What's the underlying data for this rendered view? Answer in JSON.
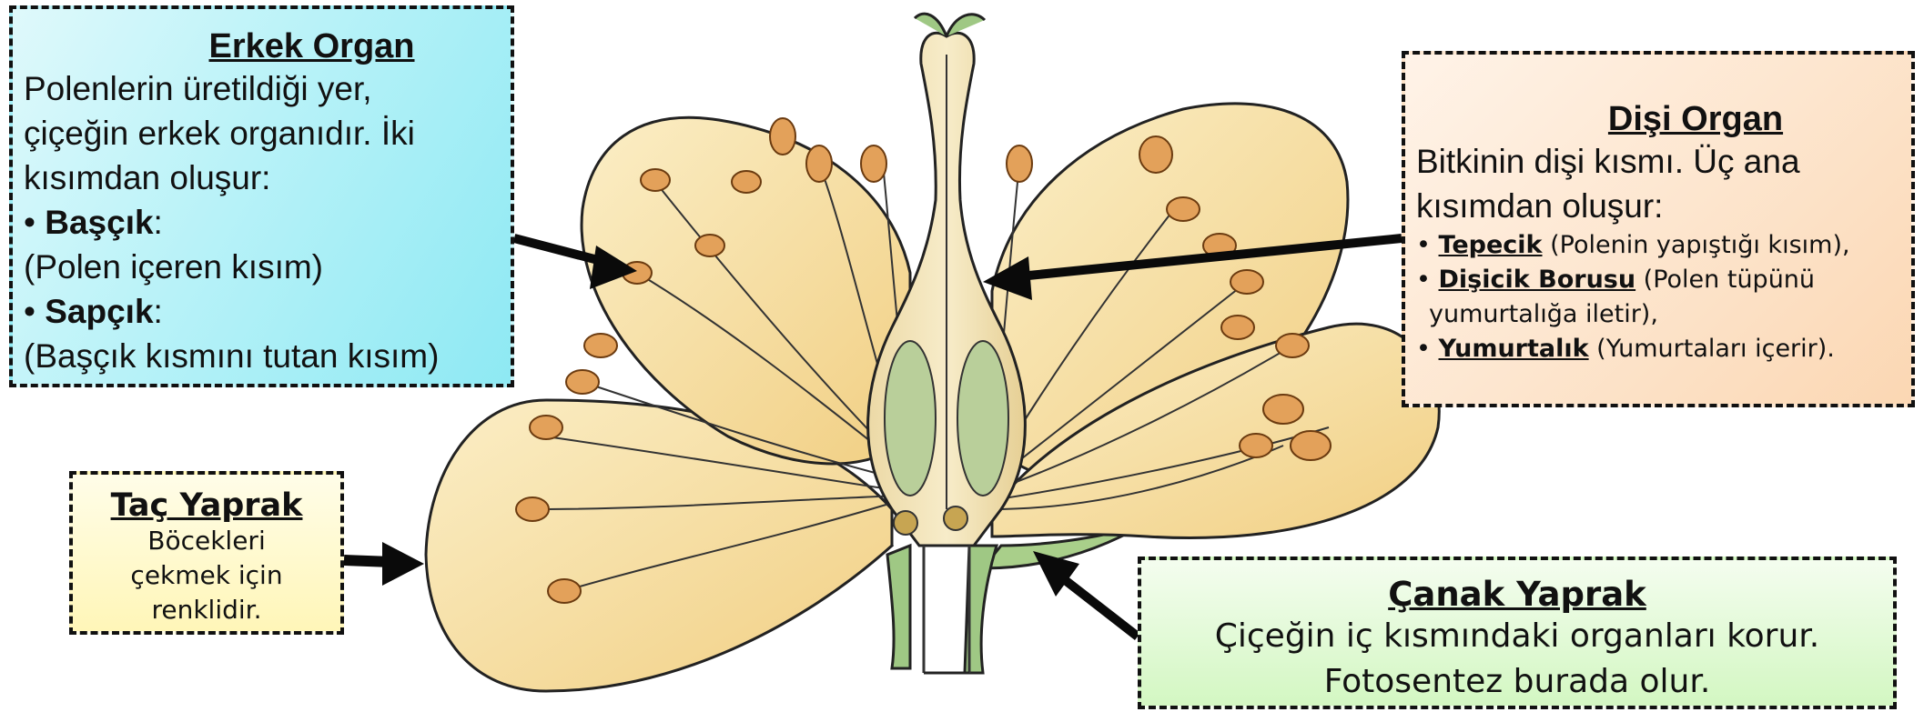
{
  "erkek": {
    "title": "Erkek Organ",
    "line1": "Polenlerin üretildiği yer,",
    "line2": "çiçeğin erkek organıdır. İki",
    "line3": "kısımdan oluşur:",
    "bascik_bullet": "• ",
    "bascik_term": "Başçık",
    "bascik_colon": ":",
    "bascik_desc": "(Polen içeren kısım)",
    "sapcik_bullet": "• ",
    "sapcik_term": "Sapçık",
    "sapcik_colon": ":",
    "sapcik_desc": "(Başçık kısmını tutan kısım)"
  },
  "disi": {
    "title": "Dişi Organ",
    "line1": "Bitkinin dişi kısmı. Üç ana",
    "line2": "kısımdan oluşur:",
    "items": [
      {
        "bullet": "• ",
        "term": "Tepecik",
        "desc": " (Polenin yapıştığı kısım),"
      },
      {
        "bullet": "• ",
        "term": "Dişicik Borusu",
        "desc": " (Polen tüpünü"
      },
      {
        "bullet": "",
        "term": "",
        "desc": "yumurtalığa iletir),"
      },
      {
        "bullet": "• ",
        "term": "Yumurtalık",
        "desc": " (Yumurtaları içerir)."
      }
    ]
  },
  "tac": {
    "title": "Taç Yaprak",
    "line1": "Böcekleri",
    "line2": "çekmek için",
    "line3": "renklidir."
  },
  "canak": {
    "title": "Çanak Yaprak",
    "line1": "Çiçeğin iç kısmındaki organları korur.",
    "line2": "Fotosentez burada olur."
  },
  "colors": {
    "petal": "#f7dfa0",
    "petal_edge": "#2a2a2a",
    "anther": "#e3a15a",
    "sepal": "#8fc07a",
    "arrow": "#0a0a0a"
  }
}
